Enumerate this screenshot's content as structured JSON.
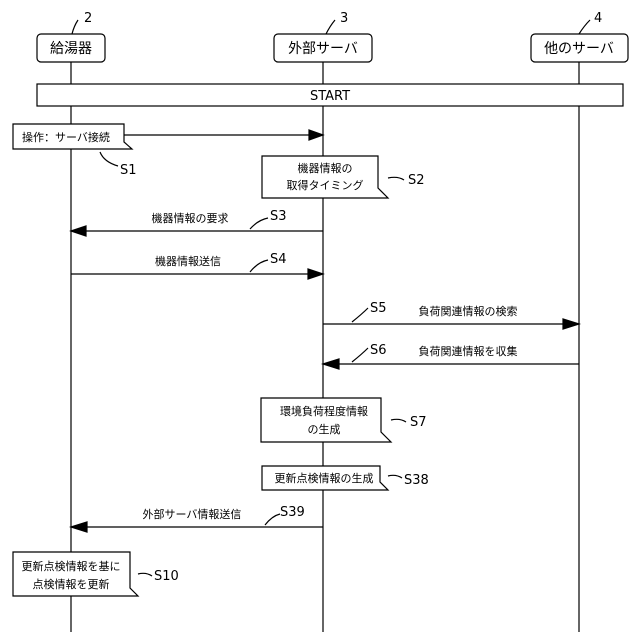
{
  "participants": [
    {
      "ref": "2",
      "label": "給湯器"
    },
    {
      "ref": "3",
      "label": "外部サーバ"
    },
    {
      "ref": "4",
      "label": "他のサーバ"
    }
  ],
  "start_label": "START",
  "steps": {
    "s1": {
      "box": "操作：サーバ接続",
      "tag": "S1"
    },
    "s2": {
      "line1": "機器情報の",
      "line2": "取得タイミング",
      "tag": "S2"
    },
    "s3": {
      "label": "機器情報の要求",
      "tag": "S3"
    },
    "s4": {
      "label": "機器情報送信",
      "tag": "S4"
    },
    "s5": {
      "label": "負荷関連情報の検索",
      "tag": "S5"
    },
    "s6": {
      "label": "負荷関連情報を収集",
      "tag": "S6"
    },
    "s7": {
      "line1": "環境負荷程度情報",
      "line2": "の生成",
      "tag": "S7"
    },
    "s38": {
      "box": "更新点検情報の生成",
      "tag": "S38"
    },
    "s39": {
      "label": "外部サーバ情報送信",
      "tag": "S39"
    },
    "s10": {
      "line1": "更新点検情報を基に",
      "line2": "点検情報を更新",
      "tag": "S10"
    }
  }
}
